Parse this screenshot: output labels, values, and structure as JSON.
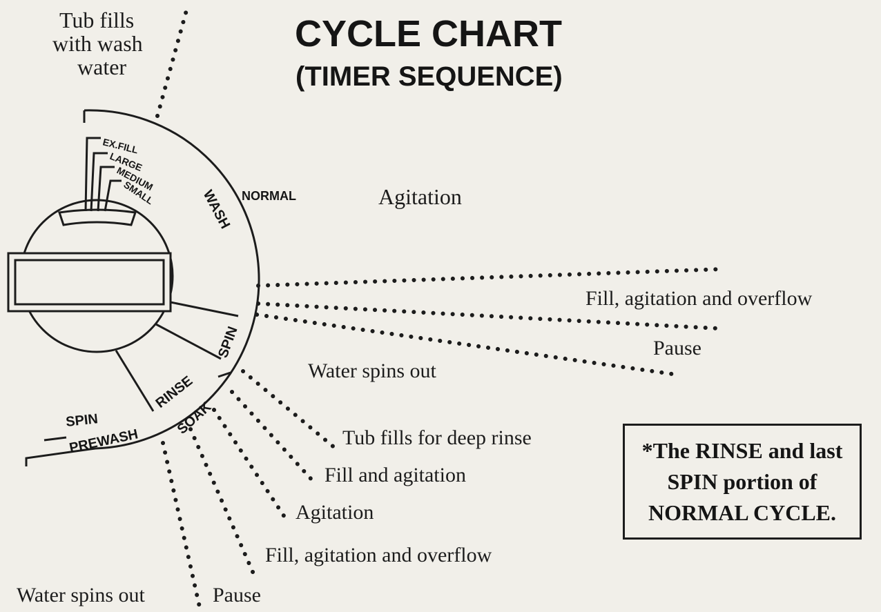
{
  "title": {
    "line1": "CYCLE CHART",
    "line2": "(TIMER SEQUENCE)"
  },
  "dial": {
    "segments": {
      "wash": "WASH",
      "spin_upper": "SPIN",
      "rinse": "RINSE",
      "soak": "SOAK",
      "prewash": "PREWASH",
      "spin_lower": "SPIN"
    },
    "fill_levels": [
      "EX.FILL",
      "LARGE",
      "MEDIUM",
      "SMALL"
    ],
    "normal": "NORMAL"
  },
  "annotations": {
    "tub_fills": [
      "Tub fills",
      "with wash",
      "water"
    ],
    "agitation_top": "Agitation",
    "fill_agitation_overflow_right": "Fill, agitation and overflow",
    "pause_right": "Pause",
    "water_spins_out_mid": "Water spins out",
    "tub_fills_deep_rinse": "Tub fills for deep rinse",
    "fill_and_agitation": "Fill and agitation",
    "agitation_lower": "Agitation",
    "fill_agitation_overflow_lower": "Fill, agitation and overflow",
    "water_spins_out_bottom": "Water spins out",
    "pause_bottom": "Pause"
  },
  "note": {
    "line1": "*The RINSE and last",
    "line2": "SPIN portion of",
    "line3": "NORMAL CYCLE."
  },
  "colors": {
    "background": "#f1efe9",
    "ink": "#1c1c1c"
  }
}
